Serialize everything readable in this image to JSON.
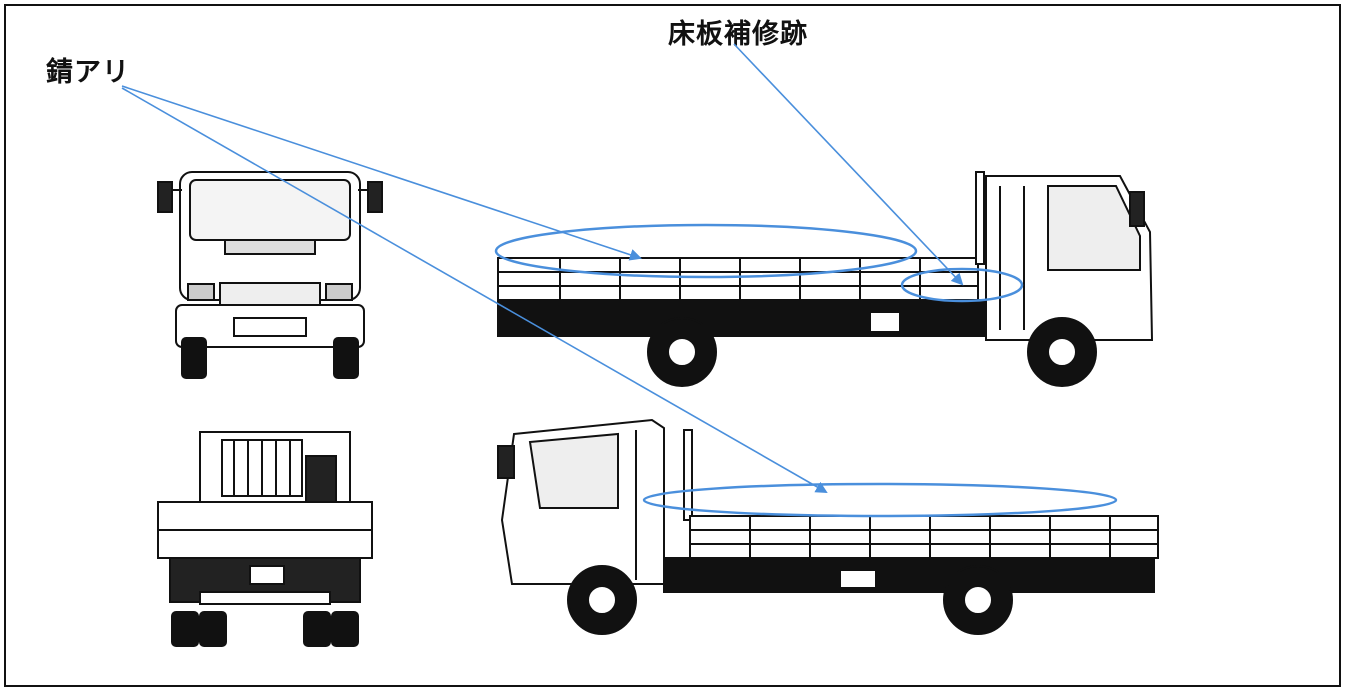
{
  "annotations": {
    "rust": "錆アリ",
    "floor_repair": "床板補修跡"
  },
  "colors": {
    "annotation": "#4a8fdc",
    "line_art": "#111111",
    "frame": "#111111"
  },
  "views": [
    "front-view",
    "rear-view",
    "left-side-view",
    "right-side-view"
  ]
}
